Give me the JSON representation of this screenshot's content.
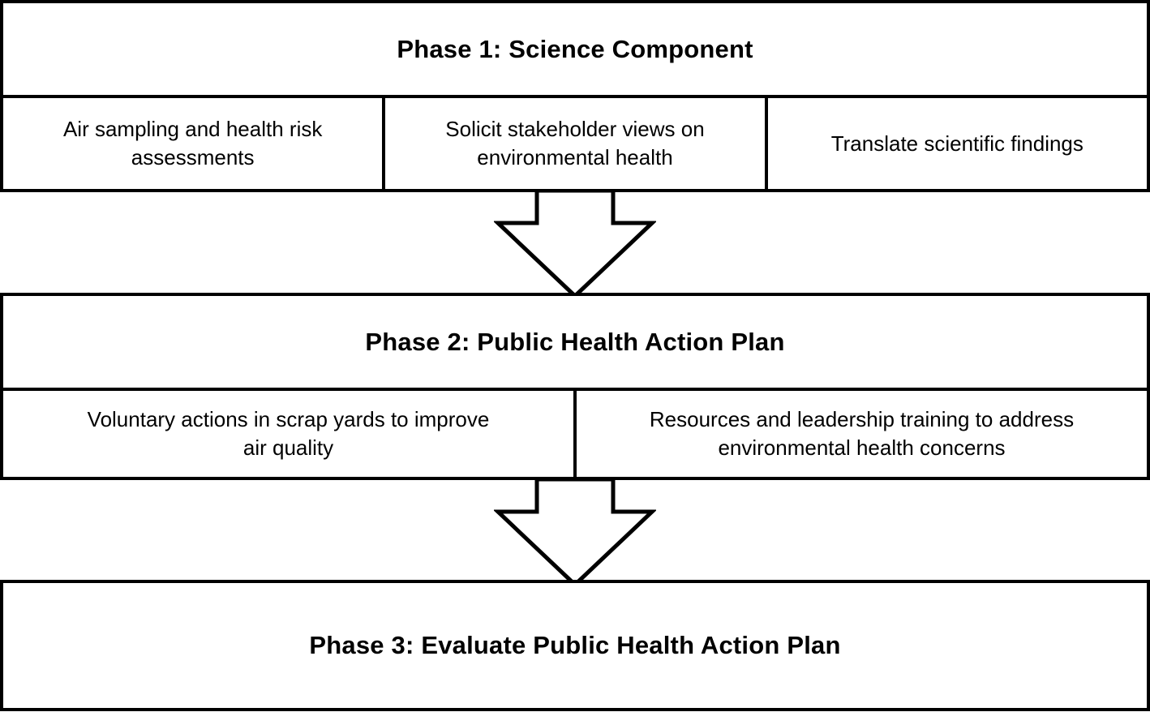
{
  "diagram": {
    "phases": [
      {
        "title": "Phase 1: Science Component",
        "items": [
          "Air sampling and health risk\nassessments",
          "Solicit stakeholder views on\nenvironmental health",
          "Translate scientific findings"
        ]
      },
      {
        "title": "Phase 2: Public Health Action Plan",
        "items": [
          "Voluntary actions in scrap yards to improve\nair quality",
          "Resources and leadership training to address\nenvironmental health concerns"
        ]
      },
      {
        "title": "Phase 3: Evaluate Public Health Action Plan",
        "items": []
      }
    ],
    "colors": {
      "border": "#000000",
      "background": "#ffffff",
      "text": "#000000"
    }
  }
}
